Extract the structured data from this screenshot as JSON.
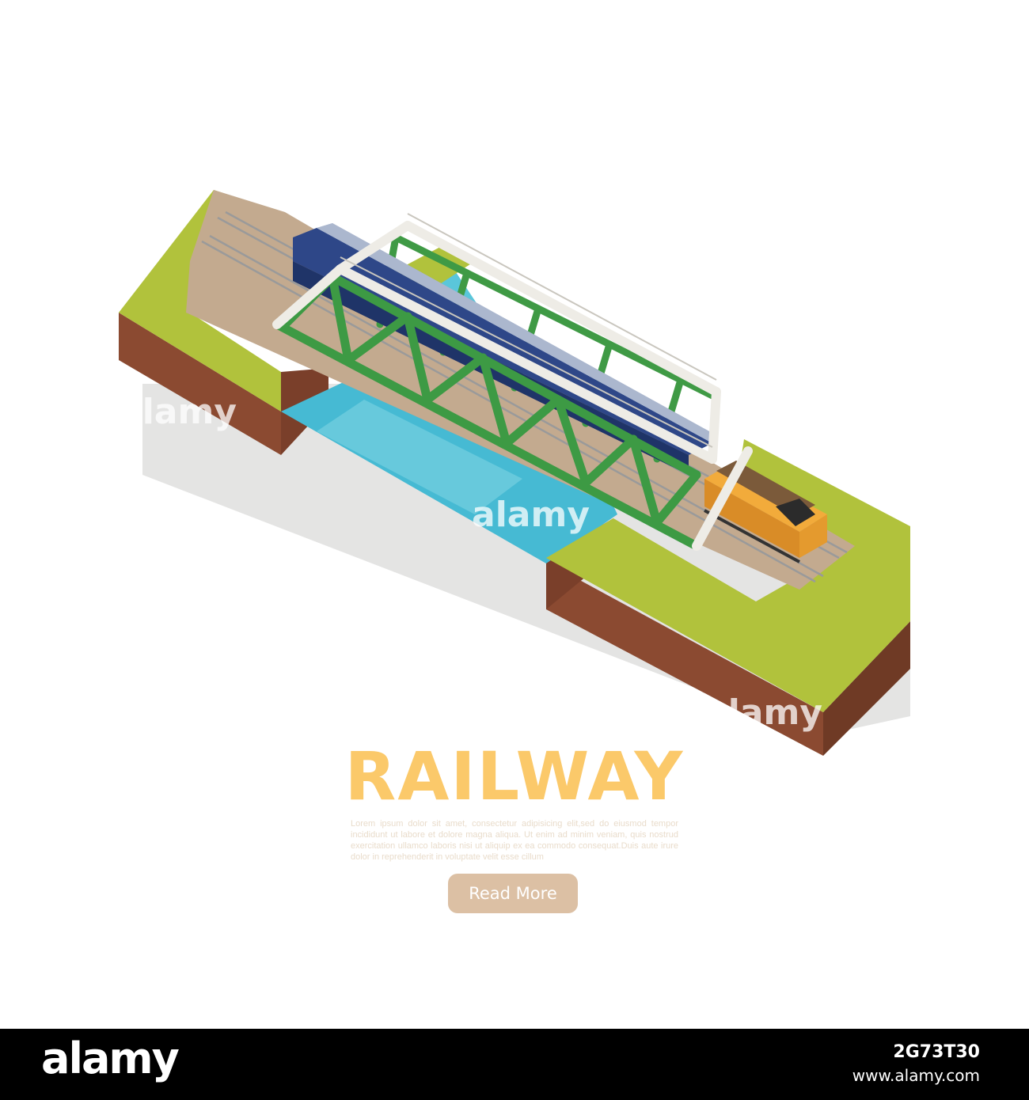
{
  "title": "RAILWAY",
  "description": "Lorem ipsum dolor sit amet, consectetur adipisicing elit,sed do eiusmod tempor incididunt ut labore et dolore magna aliqua. Ut enim ad minim veniam, quis nostrud exercitation ullamco laboris nisi ut aliquip ex ea commodo consequat.Duis aute irure dolor in reprehenderit in voluptate velit esse cillum",
  "read_more_label": "Read More",
  "watermark": "alamy",
  "footer": {
    "logo": "alamy",
    "image_id": "2G73T30",
    "site": "www.alamy.com"
  },
  "colors": {
    "title": "#fbc96a",
    "description": "#e9dccb",
    "button_bg": "#dcc0a4",
    "button_text": "#ffffff",
    "grass": "#b2c23c",
    "soil": "#8c4a32",
    "water": "#43b9d2",
    "truss": "#3f9a45",
    "locomotive": "#f1a93a",
    "wagon": "#2f4a8c"
  },
  "icons": {
    "illustration": "railway-bridge-illustration",
    "locomotive": "locomotive-icon"
  }
}
